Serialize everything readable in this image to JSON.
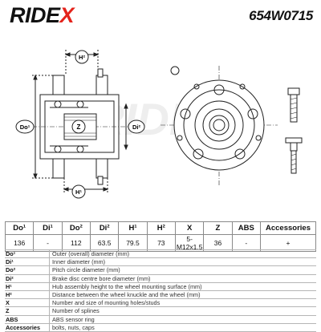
{
  "header": {
    "brand": "RIDEX",
    "part_number": "654W0715"
  },
  "drawing": {
    "labels": {
      "h2": "H²",
      "h1": "H¹",
      "do1": "Do¹",
      "di2": "Di²",
      "z": "Z"
    },
    "watermark": "RIDEX"
  },
  "specs": {
    "headers": [
      "Do¹",
      "Di¹",
      "Do²",
      "Di²",
      "H¹",
      "H²",
      "X",
      "Z",
      "ABS",
      "Accessories"
    ],
    "values": [
      "136",
      "-",
      "112",
      "63.5",
      "79.5",
      "73",
      "5-M12x1.5",
      "36",
      "-",
      "+"
    ]
  },
  "legend": [
    {
      "key": "Do¹",
      "desc": "Outer (overall) diameter (mm)"
    },
    {
      "key": "Di¹",
      "desc": "Inner diameter (mm)"
    },
    {
      "key": "Do²",
      "desc": "Pitch circle diameter (mm)"
    },
    {
      "key": "Di²",
      "desc": "Brake disc centre bore diameter (mm)"
    },
    {
      "key": "H¹",
      "desc": "Hub assembly height to the wheel mounting surface (mm)"
    },
    {
      "key": "H²",
      "desc": "Distance between the wheel knuckle and the wheel (mm)"
    },
    {
      "key": "X",
      "desc": "Number and size of mounting holes/studs"
    },
    {
      "key": "Z",
      "desc": "Number of splines"
    },
    {
      "key": "ABS",
      "desc": "ABS sensor ring"
    },
    {
      "key": "Accessories",
      "desc": "bolts, nuts, caps"
    }
  ],
  "colors": {
    "brand_accent": "#e4231b",
    "text": "#111111",
    "drawing_line": "#222222"
  }
}
